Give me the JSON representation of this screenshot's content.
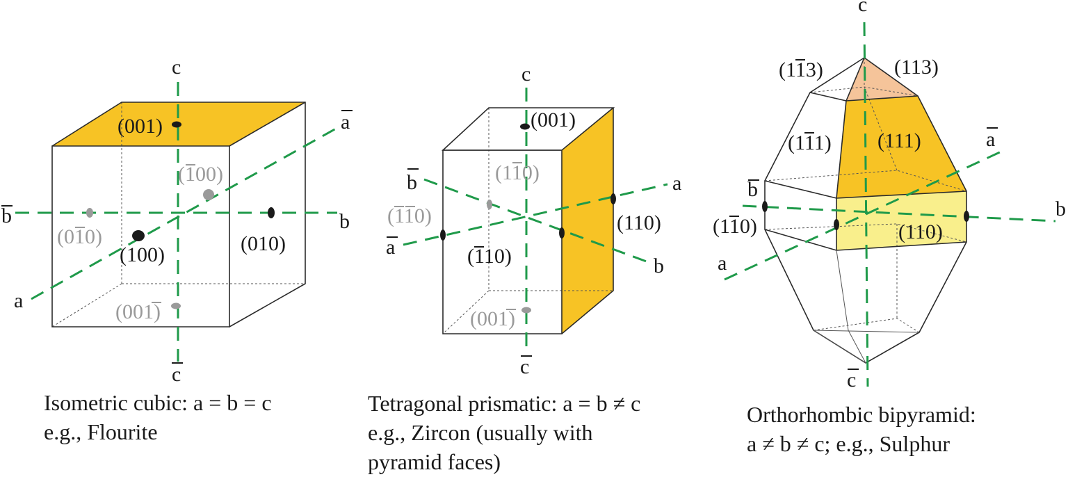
{
  "colors": {
    "face_orange": "#f7c325",
    "face_peach": "#f5c49a",
    "face_yellow": "#f9ef8c",
    "axis_green": "#1f9a4a",
    "text": "#1a1a1a",
    "hidden_text": "#9a9a9a"
  },
  "panels": [
    {
      "name": "cubic",
      "caption": [
        "Isometric cubic: a = b = c",
        "e.g., Flourite"
      ],
      "axes": {
        "c": "c",
        "c_bar": "c",
        "a": "a",
        "a_bar": "a",
        "b": "b",
        "b_bar": "b"
      },
      "faces": {
        "f001": "(001)",
        "f_100": "(100)",
        "f100": "(100)",
        "f010": "(010)",
        "f0_10": "(010)",
        "f00_1": "(001)"
      }
    },
    {
      "name": "tetragonal",
      "caption": [
        "Tetragonal prismatic: a = b ≠ c",
        "e.g., Zircon (usually with",
        "pyramid faces)"
      ],
      "axes": {
        "c": "c",
        "c_bar": "c",
        "a": "a",
        "a_bar": "a",
        "b": "b",
        "b_bar": "b"
      },
      "faces": {
        "f001": "(001)",
        "f1_10": "(110)",
        "f_1_10": "(110)",
        "f_110": "(110)",
        "f110": "(110)",
        "f00_1": "(001)"
      }
    },
    {
      "name": "orthorhombic",
      "caption": [
        "Orthorhombic bipyramid:",
        "a ≠ b ≠ c; e.g., Sulphur"
      ],
      "axes": {
        "c": "c",
        "c_bar": "c",
        "a": "a",
        "a_bar": "a",
        "b": "b",
        "b_bar": "b"
      },
      "faces": {
        "f1_13": "(113)",
        "f113": "(113)",
        "f1_11": "(111)",
        "f111": "(111)",
        "f1_10": "(110)",
        "f110": "(110)"
      }
    }
  ]
}
